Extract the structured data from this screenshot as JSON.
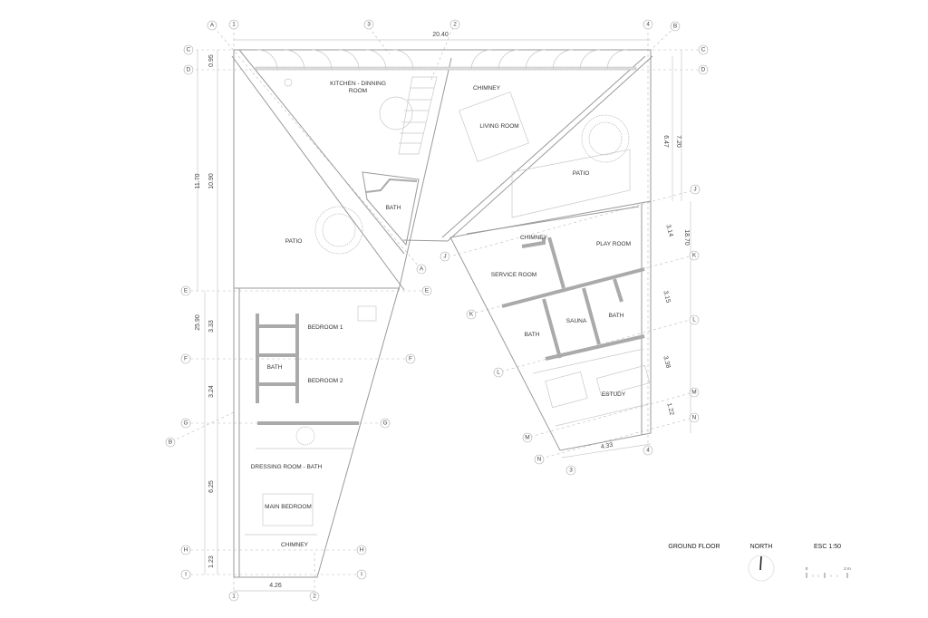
{
  "drawing": {
    "title": "GROUND FLOOR",
    "north_label": "NORTH",
    "scale_label": "ESC 1:50",
    "scale_bar": {
      "start": "0",
      "end": "2 m"
    }
  },
  "rooms": {
    "kitchen_1": "KITCHEN - DINNING",
    "kitchen_2": "ROOM",
    "chimney_top": "CHIMNEY",
    "living_room": "LIVING ROOM",
    "patio_right": "PATIO",
    "bath_center": "BATH",
    "patio_left": "PATIO",
    "chimney_right": "CHIMNEY",
    "play_room": "PLAY ROOM",
    "service_room": "SERVICE ROOM",
    "sauna": "SAUNA",
    "bath_right_1": "BATH",
    "bath_right_2": "BATH",
    "estudy": "ESTUDY",
    "bedroom_1": "BEDROOM 1",
    "bedroom_2": "BEDROOM 2",
    "bath_left": "BATH",
    "dressing": "DRESSING ROOM - BATH",
    "main_bedroom": "MAIN BEDROOM",
    "chimney_bottom": "CHIMNEY"
  },
  "dimensions": {
    "top_width": "20.40",
    "d_095": "0.95",
    "d_1170": "11.70",
    "d_1090": "10.90",
    "d_2590": "25.90",
    "d_333": "3.33",
    "d_324": "3.24",
    "d_625": "6.25",
    "d_123": "1.23",
    "d_426": "4.26",
    "d_647": "6.47",
    "d_720": "7.20",
    "d_314": "3.14",
    "d_1870": "18.70",
    "d_315": "3.15",
    "d_338": "3.38",
    "d_122": "1.22",
    "d_433": "4.33"
  },
  "grid_labels": {
    "A": "A",
    "B": "B",
    "C": "C",
    "D": "D",
    "E": "E",
    "F": "F",
    "G": "G",
    "H": "H",
    "I": "I",
    "J": "J",
    "K": "K",
    "L": "L",
    "M": "M",
    "N": "N",
    "n1": "1",
    "n2": "2",
    "n3": "3",
    "n4": "4"
  }
}
